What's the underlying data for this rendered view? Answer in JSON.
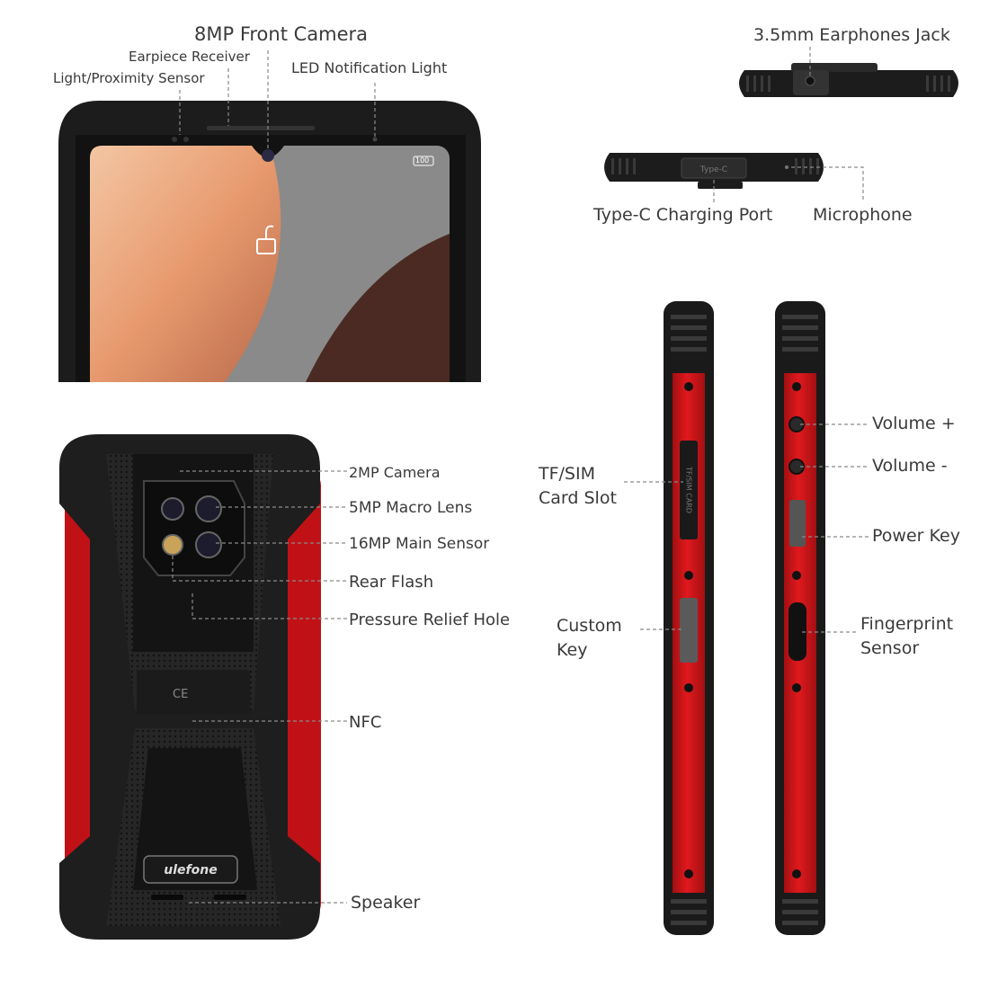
{
  "front_labels": {
    "front_camera": "8MP Front Camera",
    "earpiece": "Earpiece Receiver",
    "light_sensor": "Light/Proximity Sensor",
    "led_light": "LED Notification Light"
  },
  "screen": {
    "battery": "100"
  },
  "top_edge": {
    "jack": "3.5mm Earphones Jack"
  },
  "bottom_edge": {
    "type_c": "Type-C Charging Port",
    "microphone": "Microphone",
    "port_text": "Type-C"
  },
  "back_labels": {
    "cam_2mp": "2MP Camera",
    "macro": "5MP Macro Lens",
    "main": "16MP Main Sensor",
    "flash": "Rear Flash",
    "pressure": "Pressure Relief Hole",
    "nfc": "NFC",
    "speaker": "Speaker",
    "brand": "ulefone",
    "cert": "CE"
  },
  "side_labels": {
    "tf_sim": "TF/SIM\nCard Slot",
    "custom_key": "Custom\nKey",
    "vol_up": "Volume +",
    "vol_down": "Volume -",
    "power": "Power Key",
    "fingerprint": "Fingerprint\nSensor",
    "slot_text": "TF/SIM CARD"
  },
  "colors": {
    "red": "#d8161a",
    "dark_red": "#9a0c0e",
    "black": "#1a1a1a",
    "rubber": "#2a2a2a"
  }
}
